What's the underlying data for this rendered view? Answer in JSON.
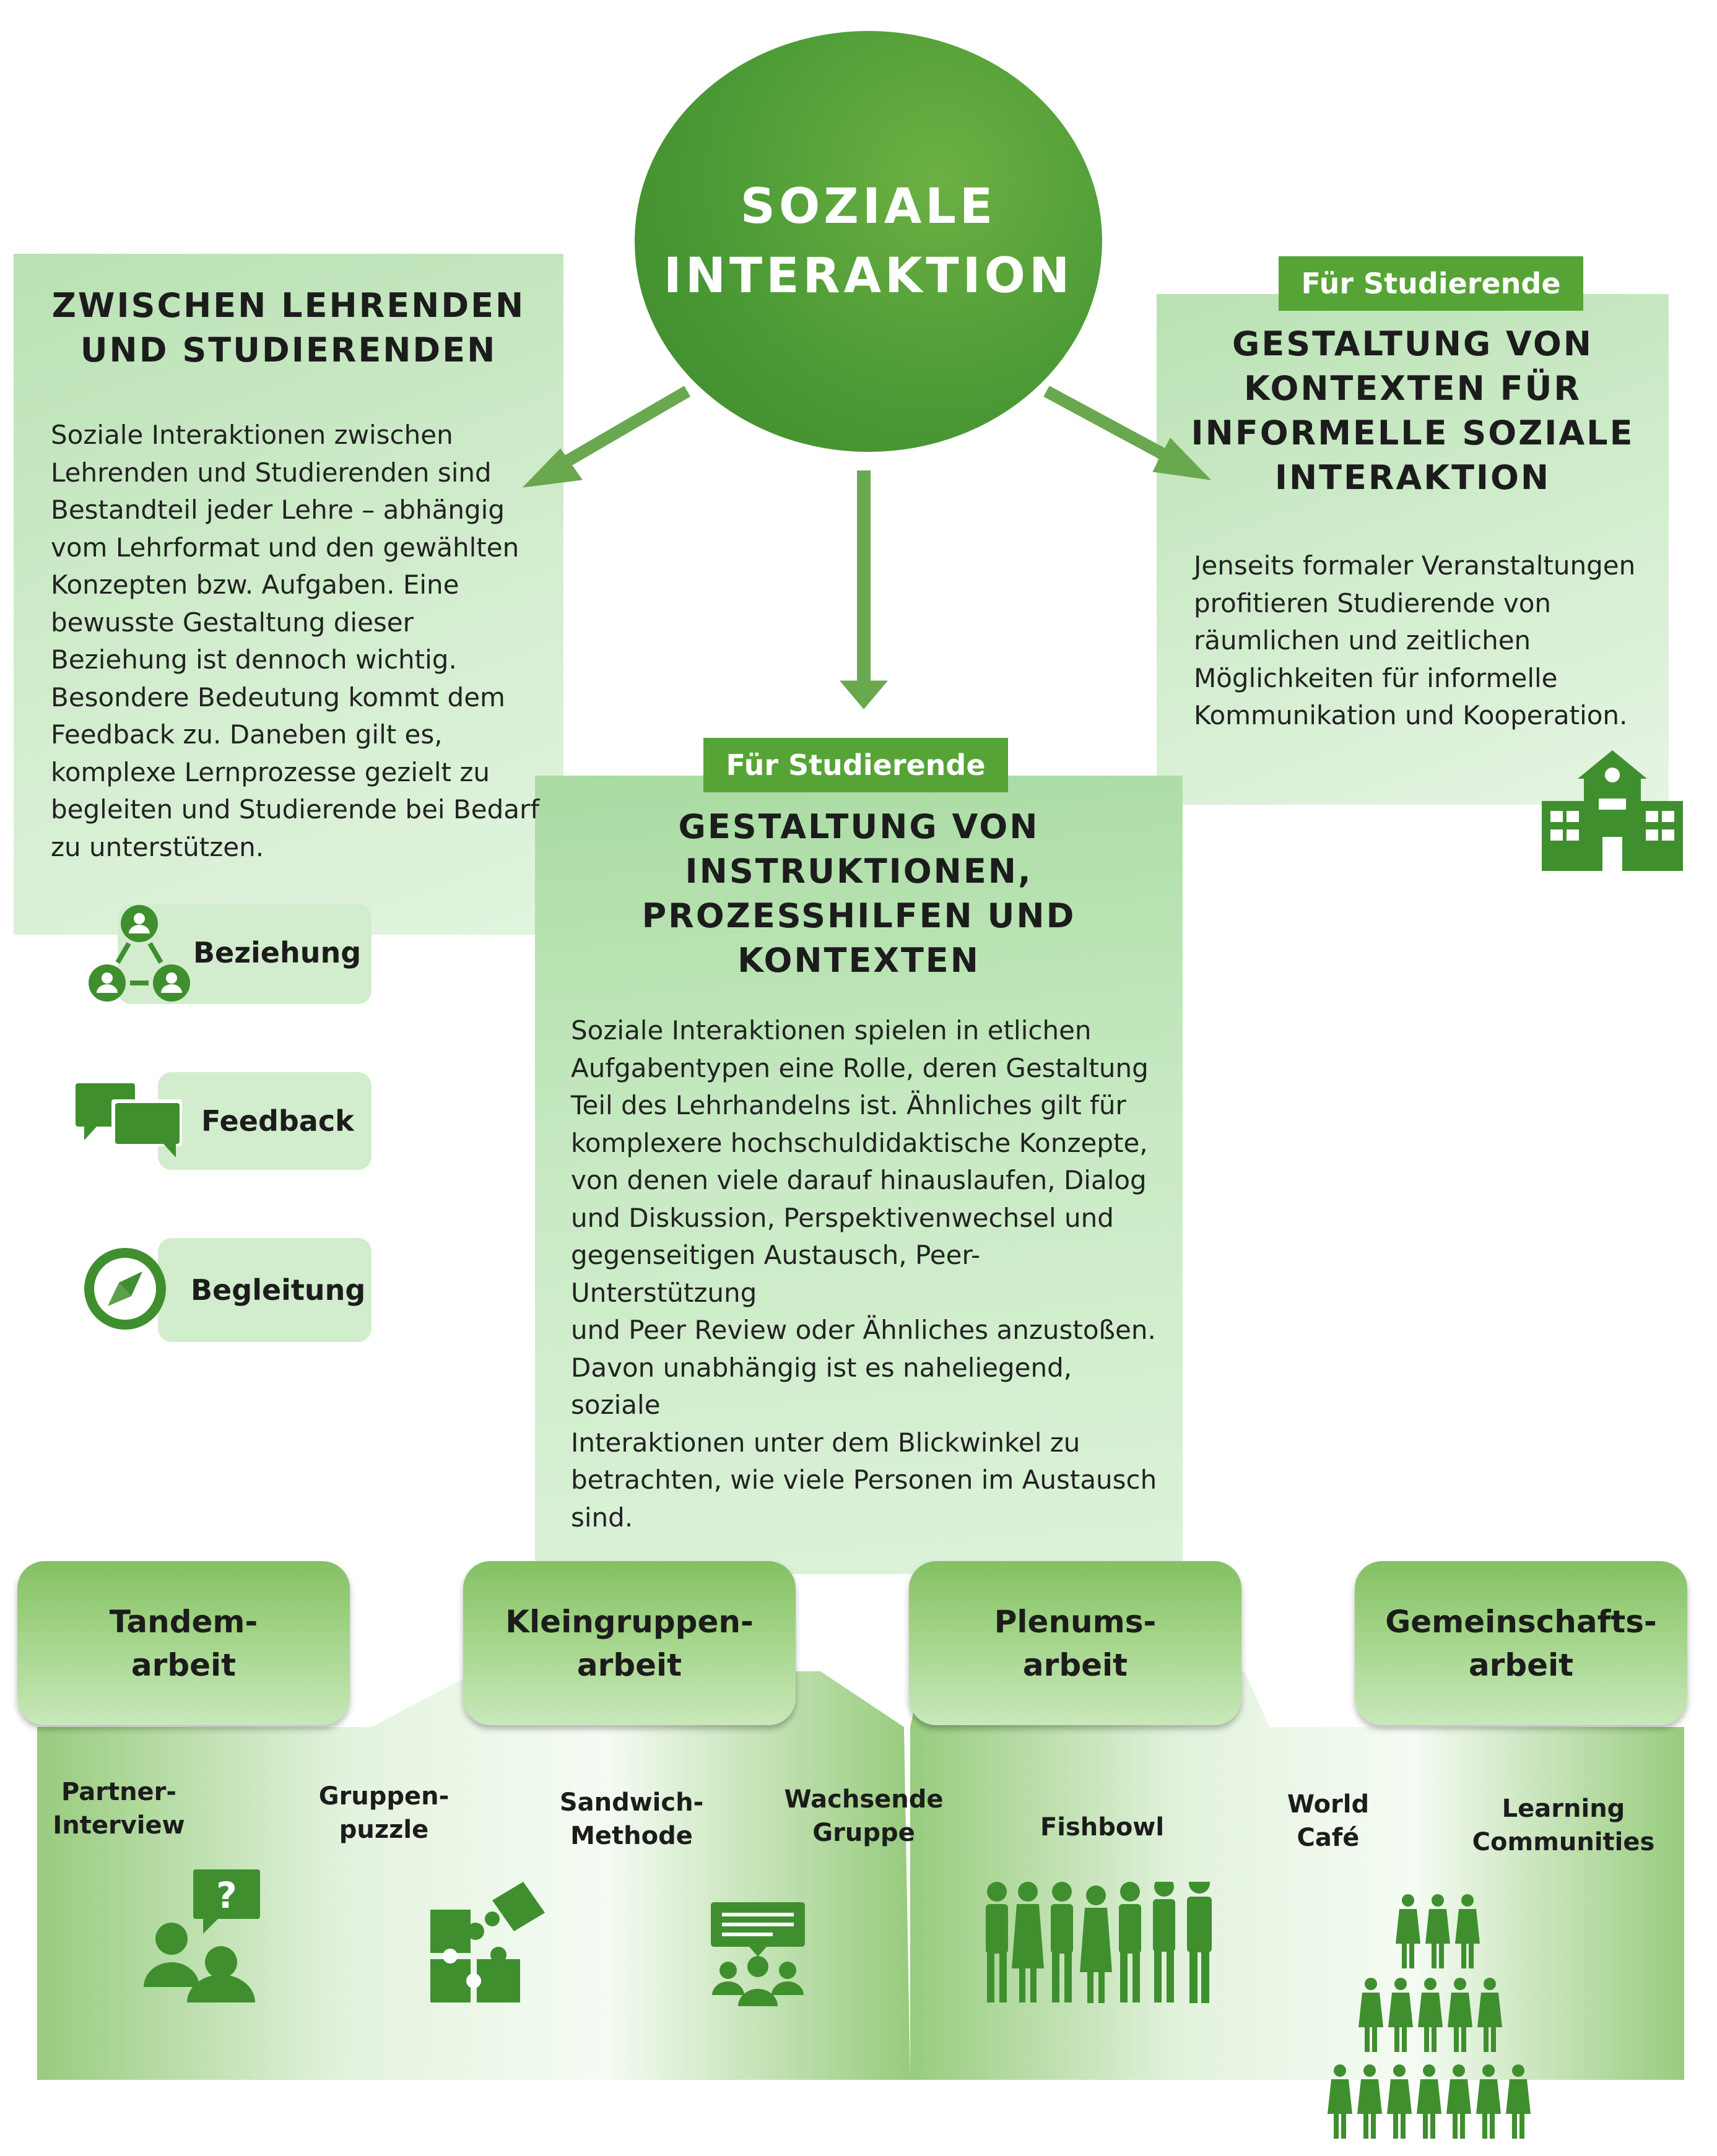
{
  "center": {
    "line1": "SOZIALE",
    "line2": "INTERAKTION"
  },
  "left": {
    "title1": "ZWISCHEN LEHRENDEN",
    "title2": "UND STUDIERENDEN",
    "lines": [
      "Soziale Interaktionen zwischen",
      "Lehrenden und Studierenden sind",
      "Bestandteil jeder Lehre – abhängig",
      "vom Lehrformat und den gewählten",
      "Konzepten bzw. Aufgaben. Eine",
      "bewusste Gestaltung dieser",
      "Beziehung ist dennoch wichtig.",
      "Besondere Bedeutung kommt dem",
      "Feedback zu. Daneben gilt es,",
      "komplexe Lernprozesse gezielt zu",
      "begleiten und Studierende bei Bedarf",
      "zu unterstützen."
    ],
    "items": [
      {
        "label": "Beziehung",
        "icon": "relationship-network-icon"
      },
      {
        "label": "Feedback",
        "icon": "speech-bubbles-icon"
      },
      {
        "label": "Begleitung",
        "icon": "compass-icon"
      }
    ]
  },
  "right": {
    "tag": "Für Studierende",
    "title": [
      "GESTALTUNG VON",
      "KONTEXTEN FÜR",
      "INFORMELLE SOZIALE",
      "INTERAKTION"
    ],
    "lines": [
      "Jenseits formaler Veranstaltungen",
      "profitieren Studierende von",
      "räumlichen und zeitlichen",
      "Möglichkeiten für informelle",
      "Kommunikation und Kooperation."
    ],
    "icon": "school-building-icon"
  },
  "middle": {
    "tag": "Für Studierende",
    "title": [
      "GESTALTUNG VON",
      "INSTRUKTIONEN,",
      "PROZESSHILFEN UND",
      "KONTEXTEN"
    ],
    "lines": [
      "Soziale Interaktionen spielen in etlichen",
      "Aufgabentypen eine Rolle, deren Gestaltung",
      "Teil des Lehrhandelns ist. Ähnliches gilt für",
      "komplexere hochschuldidaktische Konzepte,",
      "von denen viele darauf hinauslaufen, Dialog",
      "und Diskussion, Perspektivenwechsel und",
      "gegenseitigen Austausch, Peer-Unterstützung",
      "und Peer Review oder Ähnliches anzustoßen.",
      "Davon unabhängig ist es naheliegend, soziale",
      "Interaktionen unter dem Blickwinkel zu",
      "betrachten, wie viele Personen im Austausch",
      "sind."
    ]
  },
  "categories": [
    {
      "line1": "Tandem-",
      "line2": "arbeit"
    },
    {
      "line1": "Kleingruppen-",
      "line2": "arbeit"
    },
    {
      "line1": "Plenums-",
      "line2": "arbeit"
    },
    {
      "line1": "Gemeinschafts-",
      "line2": "arbeit"
    }
  ],
  "methods": [
    {
      "line1": "Partner-",
      "line2": "Interview"
    },
    {
      "line1": "Gruppen-",
      "line2": "puzzle"
    },
    {
      "line1": "Sandwich-",
      "line2": "Methode"
    },
    {
      "line1": "Wachsende",
      "line2": "Gruppe"
    },
    {
      "line1": "Fishbowl",
      "line2": ""
    },
    {
      "line1": "World",
      "line2": "Café"
    },
    {
      "line1": "Learning",
      "line2": "Communities"
    }
  ],
  "icons": {
    "partner_interview": "person-question-icon",
    "group_puzzle": "puzzle-icon",
    "sandwich": "presentation-group-icon",
    "fishbowl": "people-group-icon",
    "communities": "people-pyramid-icon"
  },
  "colors": {
    "dark_green": "#4b9a35",
    "tag_green": "#56a436",
    "light_panel": "#d3edcf",
    "icon_green": "#3f8f2f"
  }
}
